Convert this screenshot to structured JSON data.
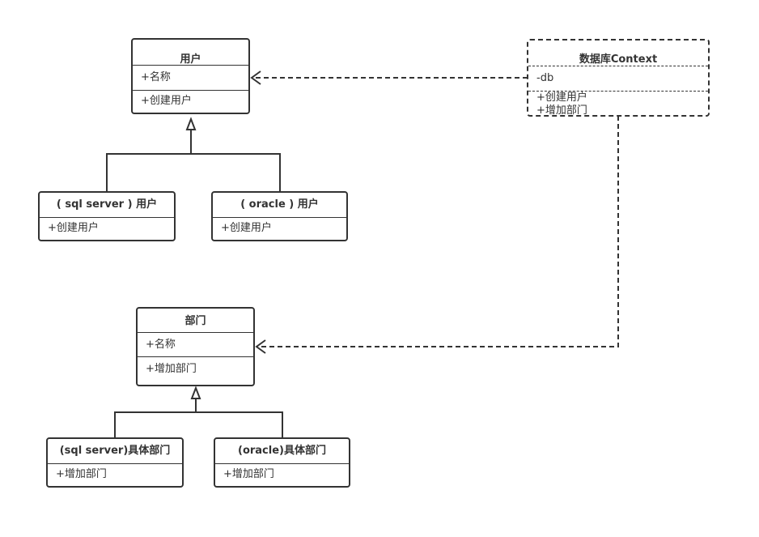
{
  "classes": {
    "user": {
      "name": "用户",
      "attrs": [
        "+名称"
      ],
      "ops": [
        "+创建用户"
      ]
    },
    "sql_user": {
      "name": "( sql server ) 用户",
      "ops": [
        "+创建用户"
      ]
    },
    "oracle_user": {
      "name": "( oracle ) 用户",
      "ops": [
        "+创建用户"
      ]
    },
    "db_context": {
      "name": "数据库Context",
      "attrs": [
        "-db"
      ],
      "ops": [
        "+创建用户",
        "+增加部门"
      ]
    },
    "dept": {
      "name": "部门",
      "attrs": [
        "+名称"
      ],
      "ops": [
        "+增加部门"
      ]
    },
    "sql_dept": {
      "name": "(sql server)具体部门",
      "ops": [
        "+增加部门"
      ]
    },
    "oracle_dept": {
      "name": "(oracle)具体部门",
      "ops": [
        "+增加部门"
      ]
    }
  },
  "relations": [
    {
      "type": "generalization",
      "from": "sql_user",
      "to": "user"
    },
    {
      "type": "generalization",
      "from": "oracle_user",
      "to": "user"
    },
    {
      "type": "dependency",
      "from": "db_context",
      "to": "user"
    },
    {
      "type": "dependency",
      "from": "db_context",
      "to": "dept"
    },
    {
      "type": "generalization",
      "from": "sql_dept",
      "to": "dept"
    },
    {
      "type": "generalization",
      "from": "oracle_dept",
      "to": "dept"
    }
  ],
  "colors": {
    "line": "#333333",
    "background": "#ffffff"
  }
}
